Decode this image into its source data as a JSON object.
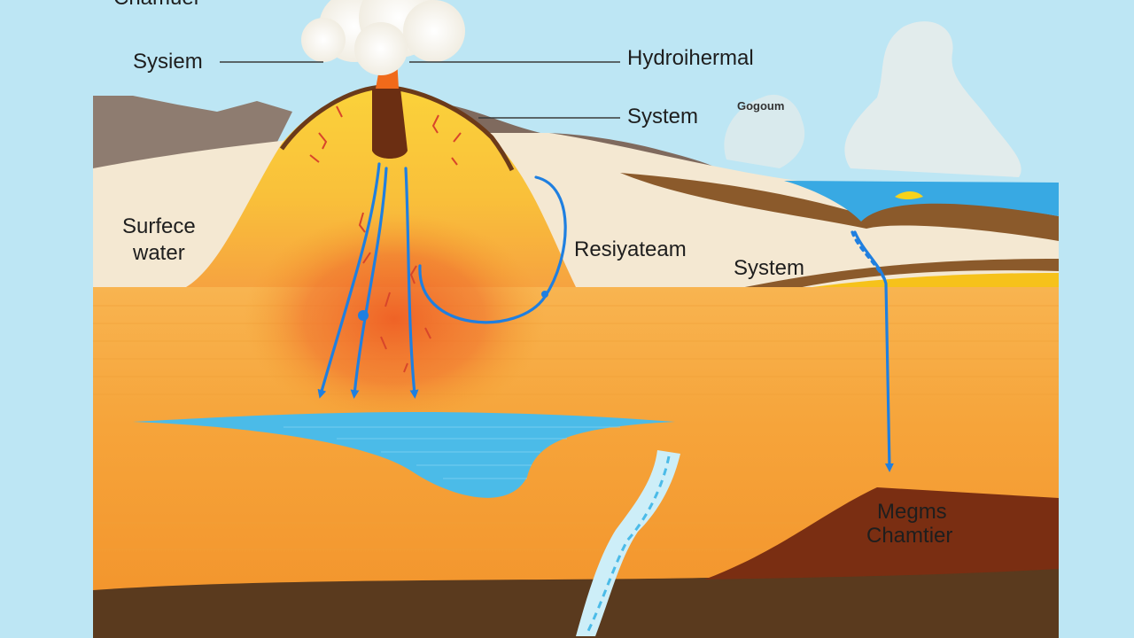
{
  "labels": {
    "chamber_top": "Chamuer",
    "system_left": "Sysiem",
    "hydrothermal": "Hydroihermal",
    "system_mid": "System",
    "small_label": "Gogoum",
    "surface_line1": "Surfece",
    "surface_line2": "water",
    "reservoir": "Resiyateam",
    "system_right": "System",
    "magma_line1": "Megms",
    "magma_line2": "Chamtier"
  },
  "colors": {
    "sky": "#bde6f4",
    "land": "#f4e8d2",
    "cone_top": "#fbd23a",
    "cone_bottom": "#f6a340",
    "crust": "#f39b2b",
    "aquifer": "#4bbbe8",
    "bedrock": "#5a3a1e",
    "magma_chamber": "#7a2e12",
    "water_flow": "#1f7fe0"
  }
}
